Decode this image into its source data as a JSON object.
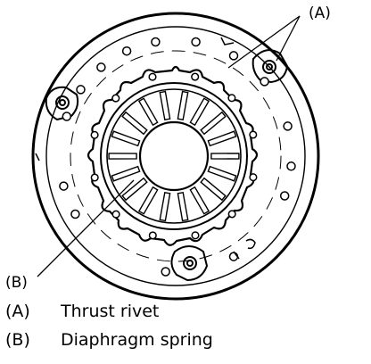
{
  "callouts": {
    "a": "(A)",
    "b": "(B)"
  },
  "legend": [
    {
      "key": "(A)",
      "text": "Thrust rivet"
    },
    {
      "key": "(B)",
      "text": "Diaphragm spring"
    }
  ],
  "colors": {
    "ink": "#000000",
    "paper": "#ffffff"
  }
}
